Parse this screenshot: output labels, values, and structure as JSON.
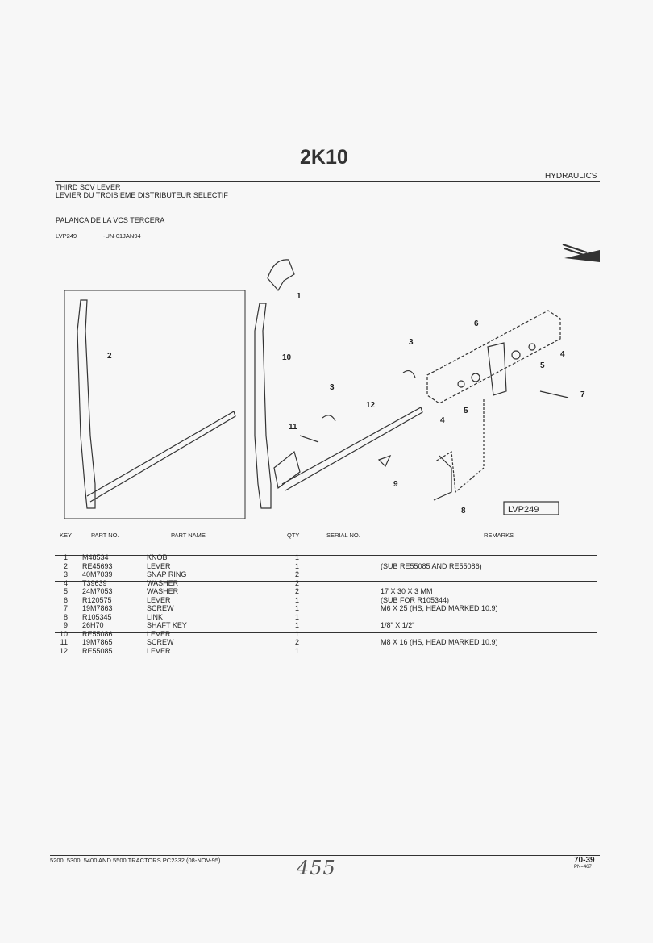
{
  "header": {
    "section_code": "2K10",
    "category": "HYDRAULICS",
    "title_en": "THIRD SCV LEVER",
    "title_fr": "LEVIER DU TROISIEME DISTRIBUTEUR SELECTIF",
    "title_es": "PALANCA DE LA VCS TERCERA",
    "illustration_ref": "LVP249",
    "illustration_date": "-UN-01JAN94"
  },
  "diagram": {
    "box_label": "LVP249",
    "callouts": [
      "1",
      "2",
      "10",
      "3",
      "3",
      "12",
      "11",
      "9",
      "8",
      "6",
      "4",
      "5",
      "4",
      "5",
      "7"
    ]
  },
  "table": {
    "columns": [
      "KEY",
      "PART NO.",
      "PART NAME",
      "QTY",
      "SERIAL NO.",
      "REMARKS"
    ],
    "rows": [
      {
        "key": "1",
        "part": "M48534",
        "name": "KNOB",
        "qty": "1",
        "remarks": ""
      },
      {
        "key": "2",
        "part": "RE45693",
        "name": "LEVER",
        "qty": "1",
        "remarks": "(SUB RE55085 AND RE55086)"
      },
      {
        "key": "3",
        "part": "40M7039",
        "name": "SNAP RING",
        "qty": "2",
        "remarks": ""
      },
      {
        "key": "4",
        "part": "T39639",
        "name": "WASHER",
        "qty": "2",
        "remarks": ""
      },
      {
        "key": "5",
        "part": "24M7053",
        "name": "WASHER",
        "qty": "2",
        "remarks": "17 X 30 X 3 MM"
      },
      {
        "key": "6",
        "part": "R120575",
        "name": "LEVER",
        "qty": "1",
        "remarks": "(SUB FOR R105344)"
      },
      {
        "key": "7",
        "part": "19M7863",
        "name": "SCREW",
        "qty": "1",
        "remarks": "M6 X 25 (HS, HEAD MARKED 10.9)"
      },
      {
        "key": "8",
        "part": "R105345",
        "name": "LINK",
        "qty": "1",
        "remarks": ""
      },
      {
        "key": "9",
        "part": "26H70",
        "name": "SHAFT KEY",
        "qty": "1",
        "remarks": "1/8\" X 1/2\""
      },
      {
        "key": "10",
        "part": "RE55086",
        "name": "LEVER",
        "qty": "1",
        "remarks": ""
      },
      {
        "key": "11",
        "part": "19M7865",
        "name": "SCREW",
        "qty": "2",
        "remarks": "M8 X 16 (HS, HEAD MARKED 10.9)"
      },
      {
        "key": "12",
        "part": "RE55085",
        "name": "LEVER",
        "qty": "1",
        "remarks": ""
      }
    ]
  },
  "footer": {
    "models": "5200, 5300, 5400 AND 5500 TRACTORS   PC2332     (08-NOV-95)",
    "handwritten": "455",
    "page": "70-39",
    "pn": "PN=467"
  }
}
